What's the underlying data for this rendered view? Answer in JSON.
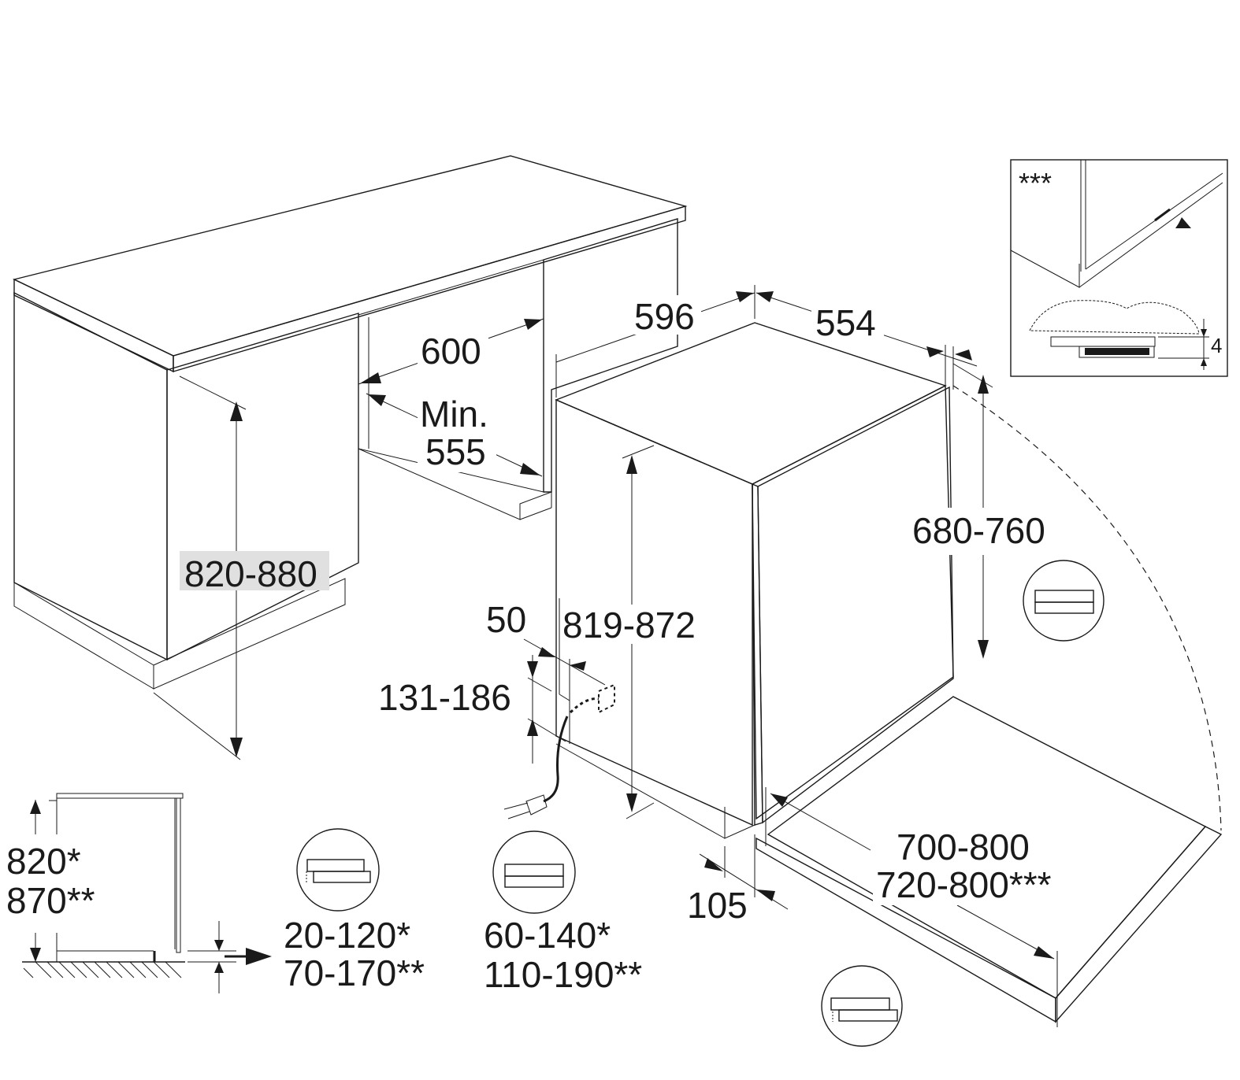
{
  "diagram": {
    "subject": "Fully integrated dishwasher installation dimensions (mm)",
    "colors": {
      "worktop": "#a9a9a9",
      "panel": "#e0e0e0",
      "door_edge": "#b0b0b0",
      "line": "#1a1a1a",
      "legend_dark": "#808080"
    }
  },
  "dimensions": {
    "niche_width": "600",
    "niche_depth_min_label": "Min.",
    "niche_depth_min_value": "555",
    "niche_height": "820-880",
    "appliance_width": "596",
    "appliance_depth": "554",
    "appliance_height": "819-872",
    "door_panel_height": "680-760",
    "door_open_length_1": "700-800",
    "door_open_length_2": "720-800***",
    "plinth_depth": "105",
    "connection_offset": "50",
    "connection_height": "131-186",
    "inset_gap": "4",
    "inset_marker": "***"
  },
  "side_view": {
    "height_1": "820*",
    "height_2": "870**",
    "plinth_1": "20-120*",
    "plinth_2": "70-170**"
  },
  "legend_middle": {
    "value_1": "60-140*",
    "value_2": "110-190**"
  }
}
